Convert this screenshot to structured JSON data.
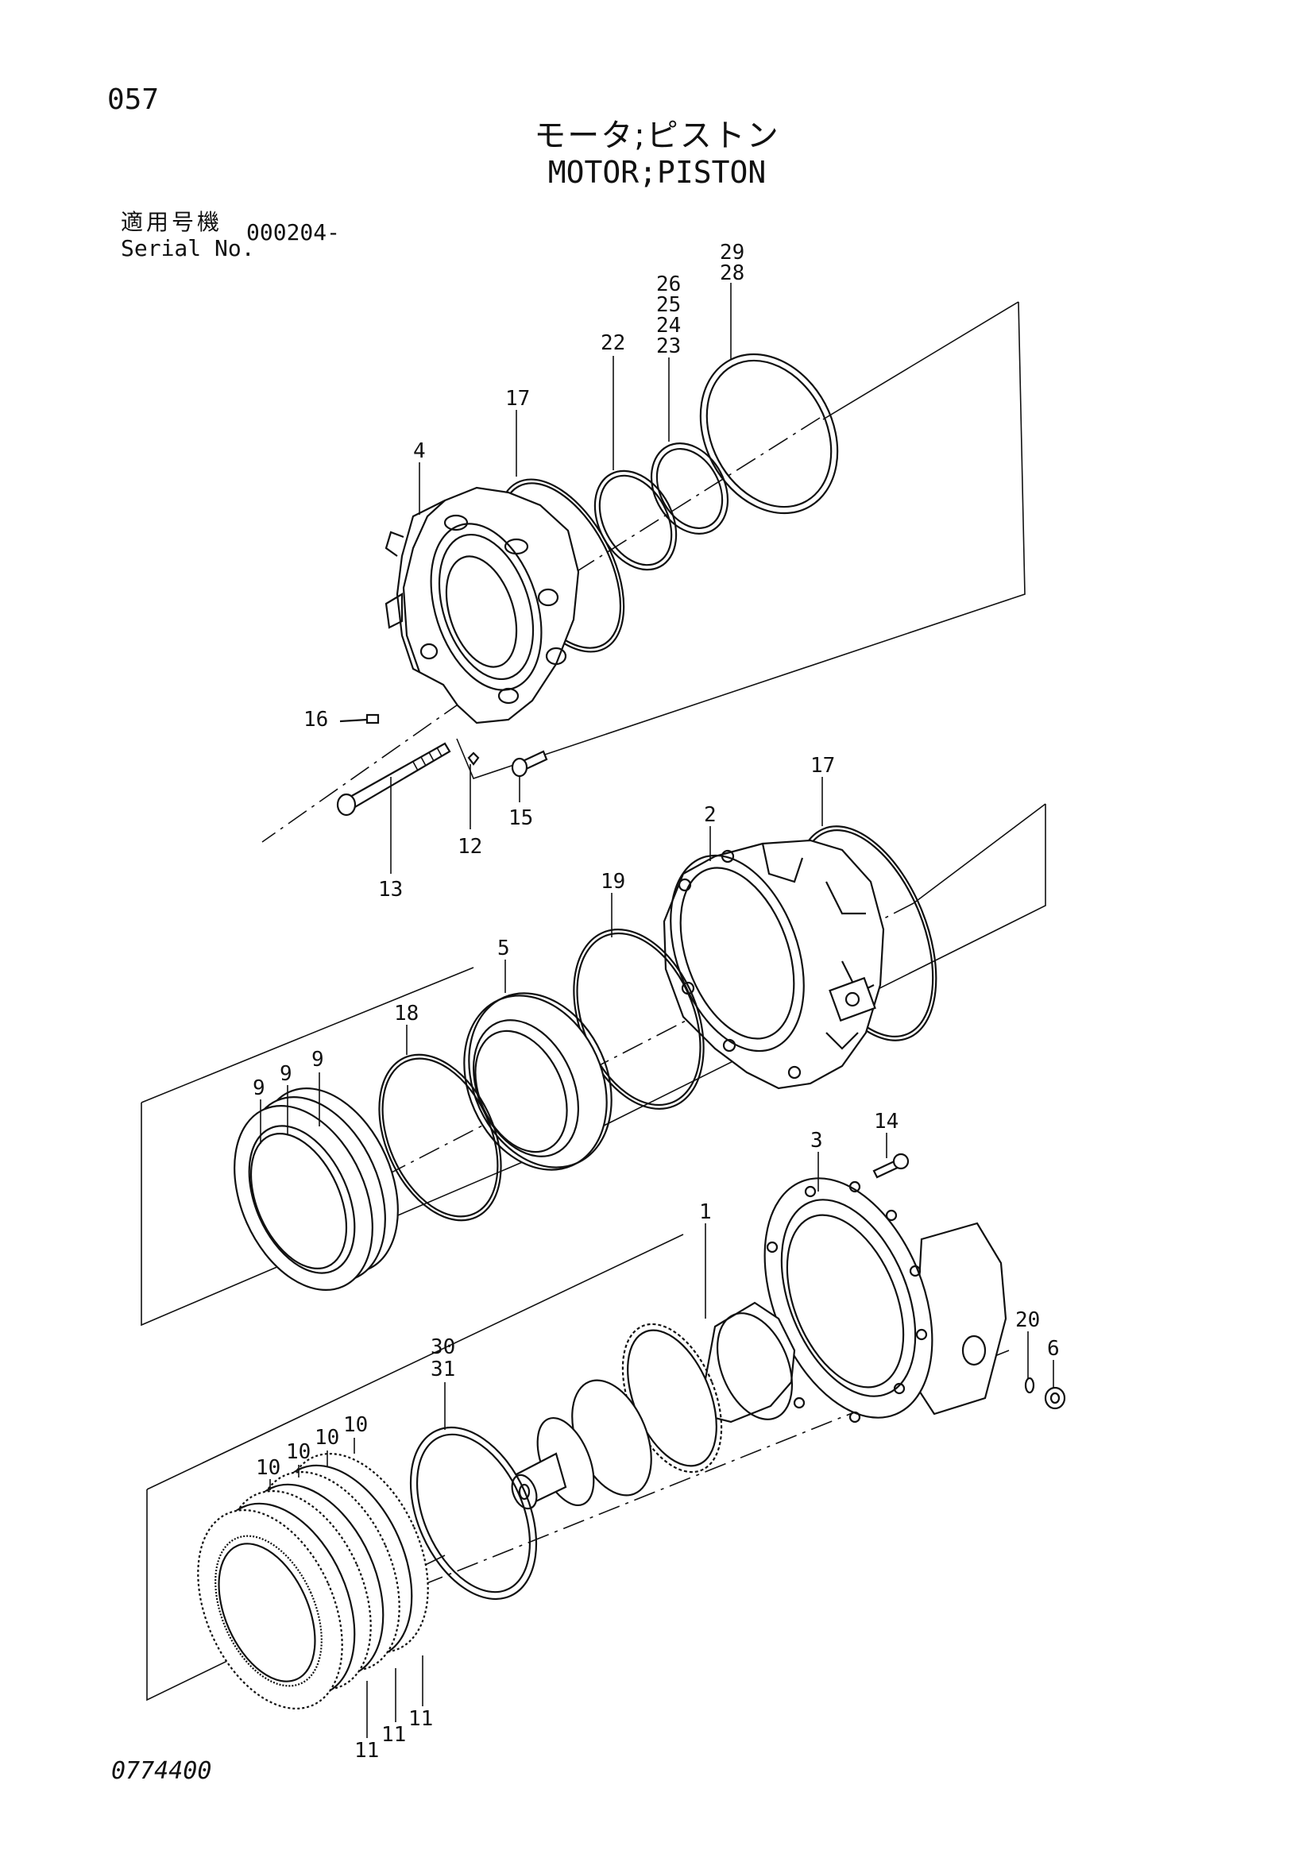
{
  "page_number": "057",
  "title_jp": "モータ;ピストン",
  "title_en": "MOTOR;PISTON",
  "serial": {
    "label_jp": "適用号機",
    "label_en": "Serial No.",
    "value": "000204-"
  },
  "drawing_number": "0774400",
  "callouts": {
    "c29": "29",
    "c28": "28",
    "c26": "26",
    "c25": "25",
    "c24": "24",
    "c23": "23",
    "c22": "22",
    "c17a": "17",
    "c4": "4",
    "c16": "16",
    "c13": "13",
    "c12": "12",
    "c15": "15",
    "c2": "2",
    "c17b": "17",
    "c19": "19",
    "c5": "5",
    "c18": "18",
    "c9a": "9",
    "c9b": "9",
    "c9c": "9",
    "c14": "14",
    "c3": "3",
    "c1": "1",
    "c30": "30",
    "c31": "31",
    "c20": "20",
    "c6": "6",
    "c10a": "10",
    "c10b": "10",
    "c10c": "10",
    "c10d": "10",
    "c11a": "11",
    "c11b": "11",
    "c11c": "11"
  }
}
